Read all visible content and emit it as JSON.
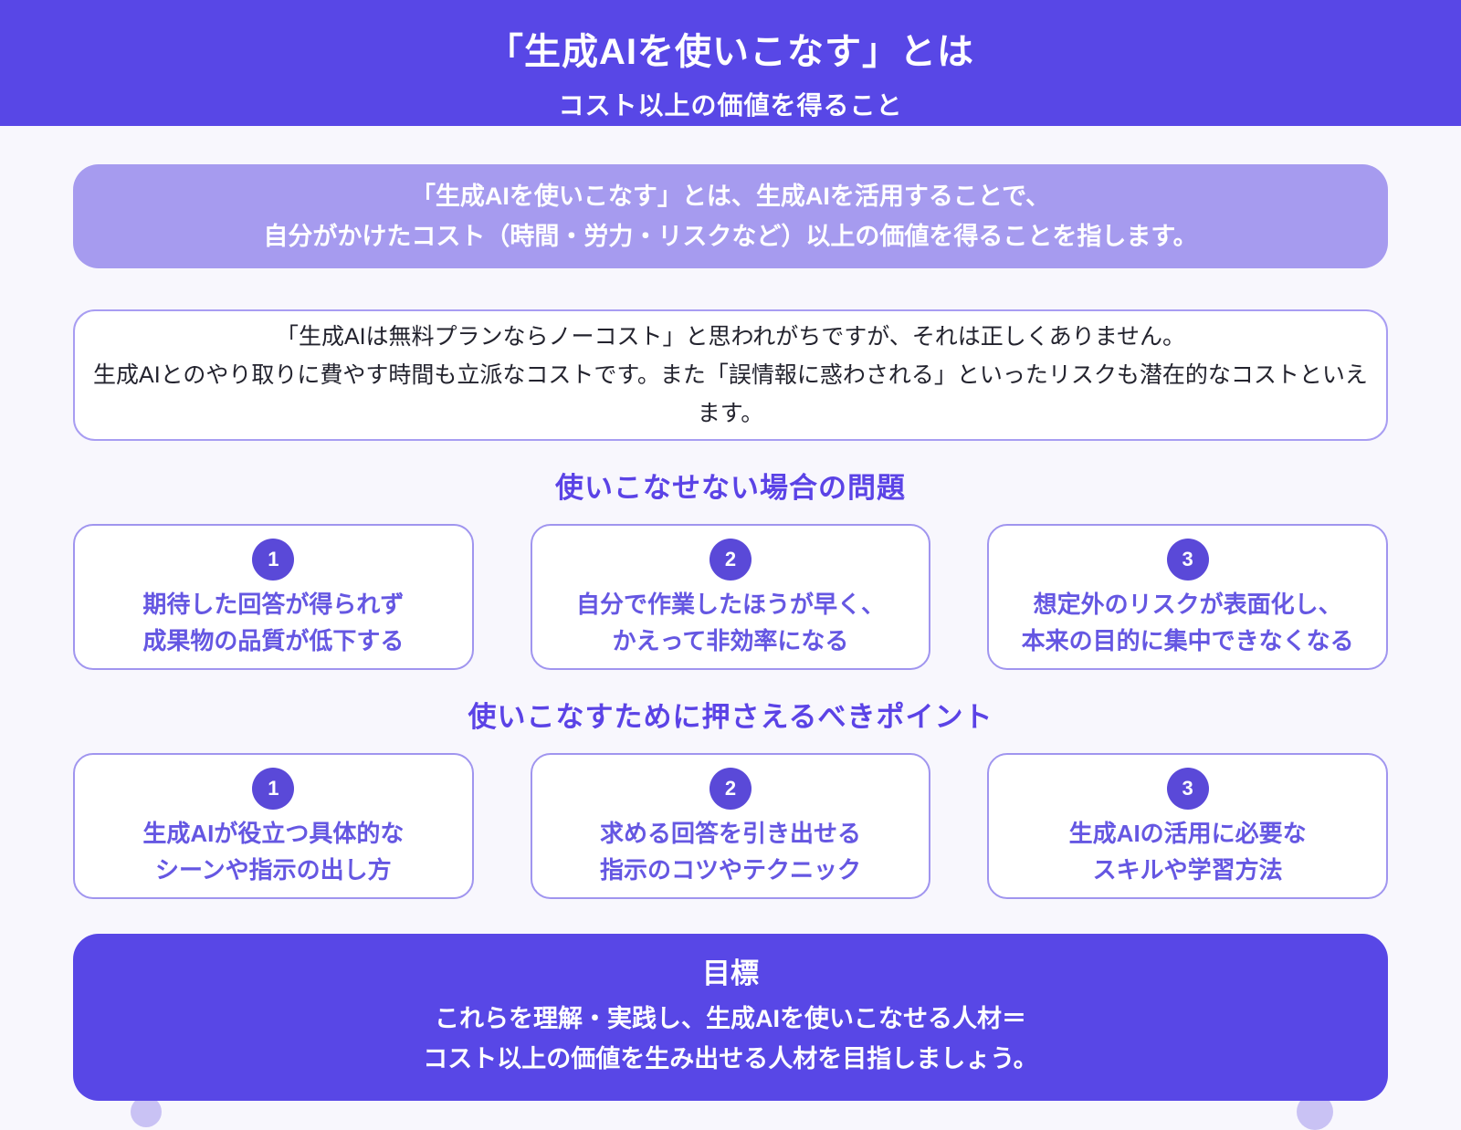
{
  "header": {
    "title": "「生成AIを使いこなす」とは",
    "subtitle": "コスト以上の価値を得ること"
  },
  "definition": {
    "line1": "「生成AIを使いこなす」とは、生成AIを活用することで、",
    "line2": "自分がかけたコスト（時間・労力・リスクなど）以上の価値を得ることを指します。"
  },
  "note": {
    "line1": "「生成AIは無料プランならノーコスト」と思われがちですが、それは正しくありません。",
    "line2": "生成AIとのやり取りに費やす時間も立派なコストです。また「誤情報に惑わされる」といったリスクも潜在的なコストといえます。"
  },
  "problems": {
    "heading": "使いこなせない場合の問題",
    "items": [
      {
        "number": "1",
        "line1": "期待した回答が得られず",
        "line2": "成果物の品質が低下する"
      },
      {
        "number": "2",
        "line1": "自分で作業したほうが早く、",
        "line2": "かえって非効率になる"
      },
      {
        "number": "3",
        "line1": "想定外のリスクが表面化し、",
        "line2": "本来の目的に集中できなくなる"
      }
    ]
  },
  "points": {
    "heading": "使いこなすために押さえるべきポイント",
    "items": [
      {
        "number": "1",
        "line1": "生成AIが役立つ具体的な",
        "line2": "シーンや指示の出し方"
      },
      {
        "number": "2",
        "line1": "求める回答を引き出せる",
        "line2": "指示のコツやテクニック"
      },
      {
        "number": "3",
        "line1": "生成AIの活用に必要な",
        "line2": "スキルや学習方法"
      }
    ]
  },
  "goal": {
    "title": "目標",
    "line1": "これらを理解・実践し、生成AIを使いこなせる人材＝",
    "line2": "コスト以上の価値を生み出せる人材を目指しましょう。"
  },
  "colors": {
    "header_bg": "#5847e6",
    "definition_bg": "#a69bef",
    "page_bg": "#f8f7fd",
    "card_border": "#a095ef",
    "accent_text": "#5b43e6",
    "card_text": "#6557e2",
    "number_badge_bg": "#5a49d8",
    "foot_circle": "#c9c2f4"
  }
}
